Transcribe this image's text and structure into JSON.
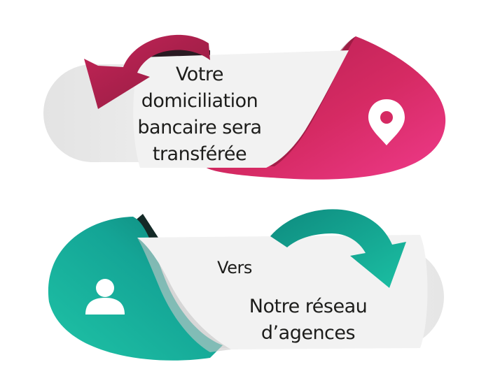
{
  "top_card": {
    "text_lines": [
      "Votre",
      "domiciliation",
      "bancaire sera",
      "transférée"
    ],
    "icon": "location-pin-icon",
    "accent": "#d0245f",
    "accent_dark": "#8c1b3d"
  },
  "bottom_card": {
    "label": "Vers",
    "text_lines": [
      "Notre réseau",
      "d’agences"
    ],
    "icon": "user-icon",
    "accent": "#17b39a",
    "accent_dark": "#0f7f72"
  }
}
